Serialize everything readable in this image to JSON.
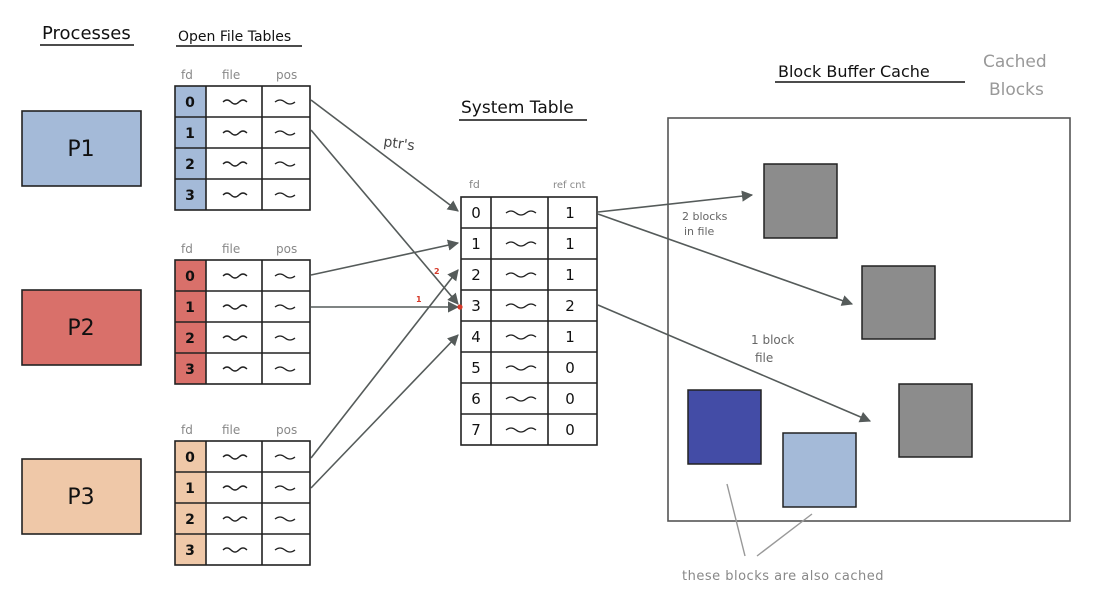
{
  "headings": {
    "processes": "Processes",
    "open_file_tables": "Open File Tables",
    "system_table": "System Table",
    "block_buffer_cache": "Block Buffer Cache",
    "cached_line1": "Cached",
    "cached_line2": "Blocks"
  },
  "processes": [
    {
      "label": "P1",
      "color": "#a4bad8"
    },
    {
      "label": "P2",
      "color": "#d9706a"
    },
    {
      "label": "P3",
      "color": "#efc8a8"
    }
  ],
  "oft_headers": {
    "fd": "fd",
    "file": "file",
    "pos": "pos"
  },
  "oft_rows": [
    "0",
    "1",
    "2",
    "3"
  ],
  "system_table": {
    "fd_header": "fd",
    "refcnt_header": "ref cnt",
    "rows": [
      {
        "fd": "0",
        "ref": "1"
      },
      {
        "fd": "1",
        "ref": "1"
      },
      {
        "fd": "2",
        "ref": "1"
      },
      {
        "fd": "3",
        "ref": "2"
      },
      {
        "fd": "4",
        "ref": "1"
      },
      {
        "fd": "5",
        "ref": "0"
      },
      {
        "fd": "6",
        "ref": "0"
      },
      {
        "fd": "7",
        "ref": "0"
      }
    ]
  },
  "annotations": {
    "ptrs": "ptr's",
    "two_blocks_line1": "2 blocks",
    "two_blocks_line2": "in file",
    "one_block_line1": "1 block",
    "one_block_line2": "file",
    "also_cached": "these blocks are also cached",
    "count_2": "2",
    "count_1": "1"
  },
  "colors": {
    "cached_gray": "#8c8c8c",
    "dark_blue": "#434ca6",
    "light_blue": "#a4bad8",
    "arrow": "#555b5a",
    "annotation_red": "#d63a2a"
  }
}
